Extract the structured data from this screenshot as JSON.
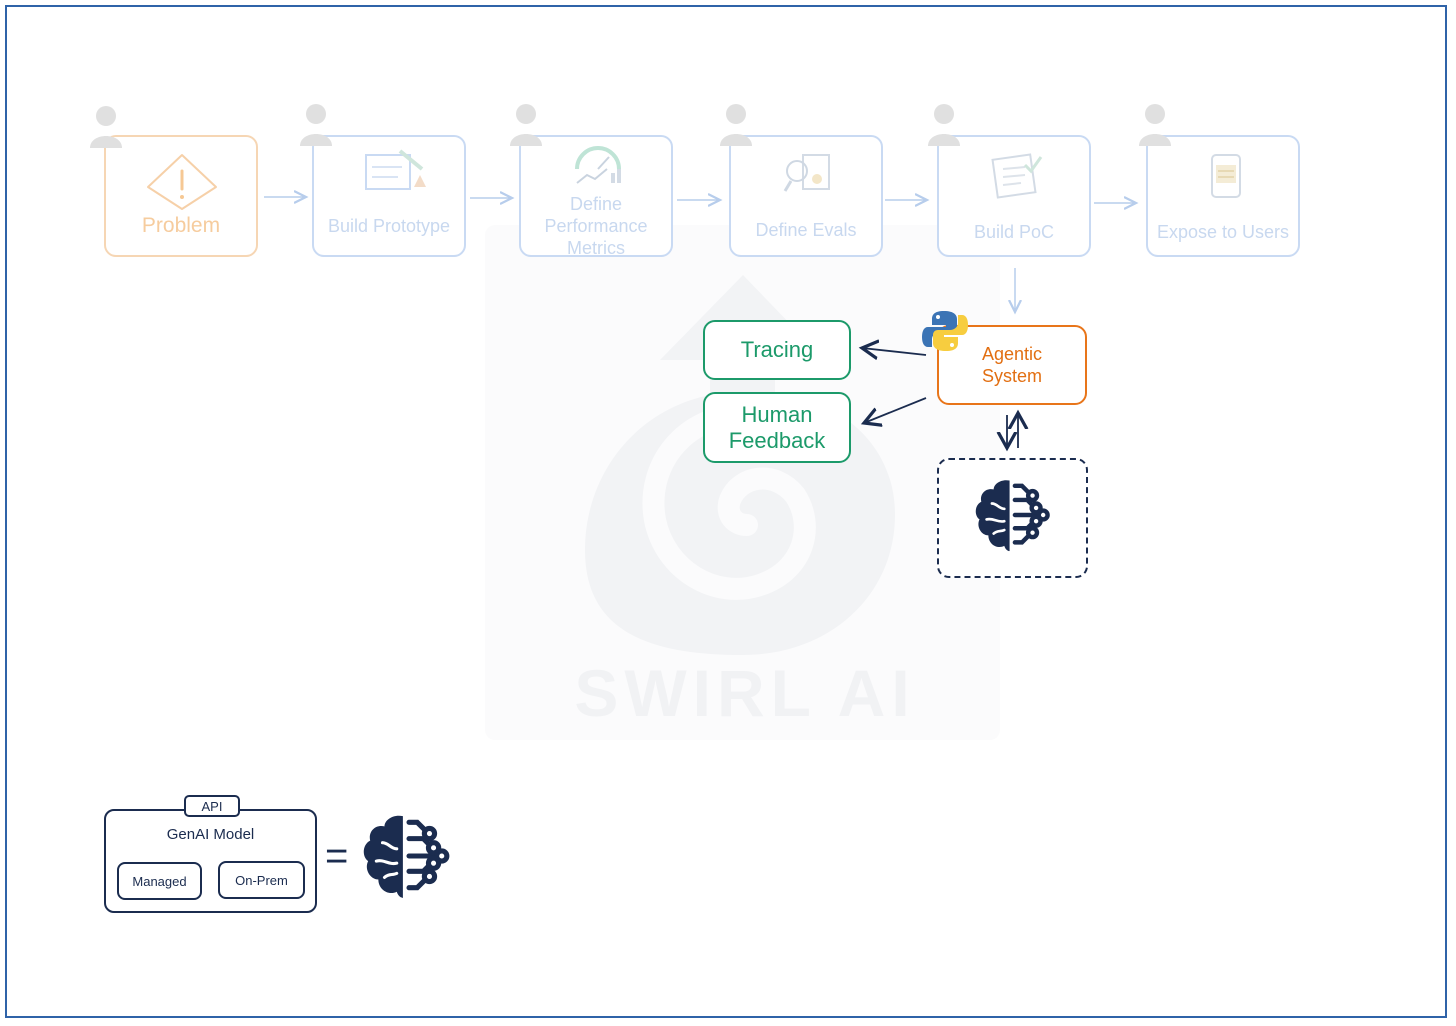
{
  "watermark": {
    "text": "SWIRL AI"
  },
  "steps": [
    {
      "label": "Problem"
    },
    {
      "label": "Build Prototype"
    },
    {
      "label": "Define Performance Metrics"
    },
    {
      "label": "Define Evals"
    },
    {
      "label": "Build PoC"
    },
    {
      "label": "Expose to Users"
    }
  ],
  "agentic": {
    "label": "Agentic System"
  },
  "tracing": {
    "label": "Tracing"
  },
  "feedback": {
    "label": "Human Feedback"
  },
  "legend": {
    "api": "API",
    "title": "GenAI Model",
    "managed": "Managed",
    "onprem": "On-Prem",
    "equals": "="
  },
  "icons": [
    "person-icon",
    "warning-icon",
    "python-icon",
    "brain-circuit-icon"
  ],
  "colors": {
    "frame": "#2f63a8",
    "green": "#1c9a6a",
    "orange": "#e8751a",
    "navy": "#1b2c4f",
    "faded": "#c9daf3"
  }
}
